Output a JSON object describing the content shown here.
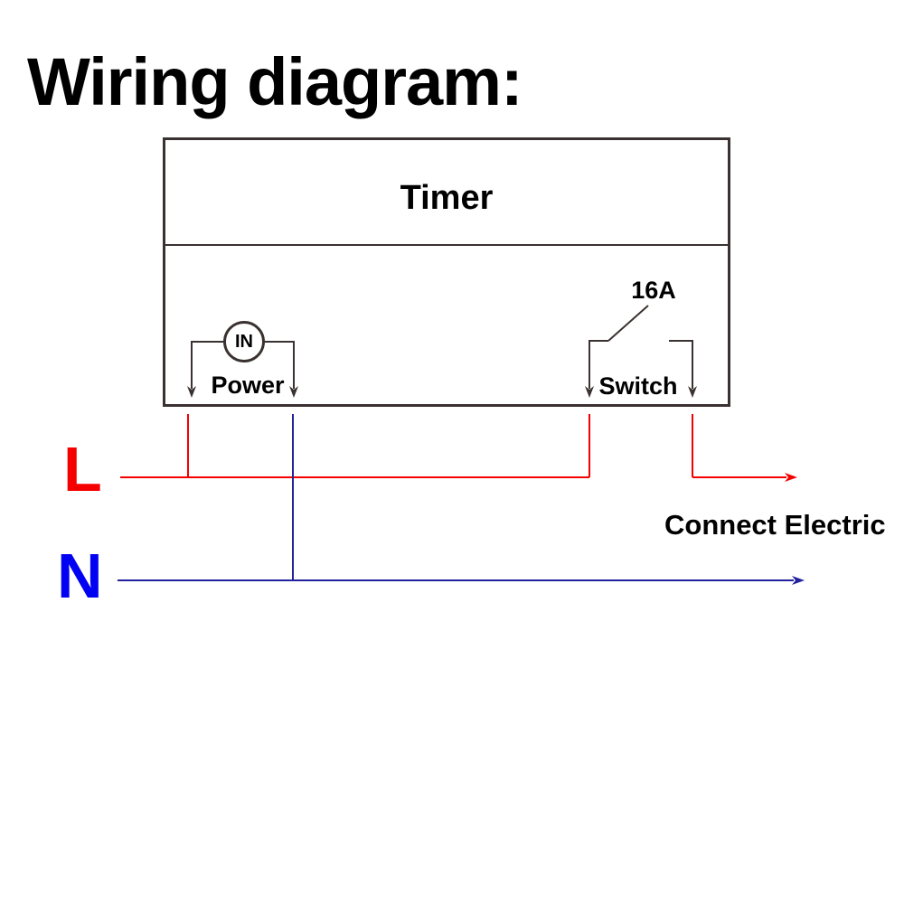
{
  "title": "Wiring diagram:",
  "device": {
    "name": "Timer",
    "input_terminal_label": "IN",
    "power_label": "Power",
    "switch_label": "Switch",
    "switch_rating": "16A"
  },
  "wires": {
    "live_label": "L",
    "neutral_label": "N",
    "output_label": "Connect Electric"
  },
  "colors": {
    "live": "#f50000",
    "neutral_wire": "#22229e",
    "neutral_label": "#0202f2",
    "outline": "#3a3230",
    "text": "#000000"
  }
}
